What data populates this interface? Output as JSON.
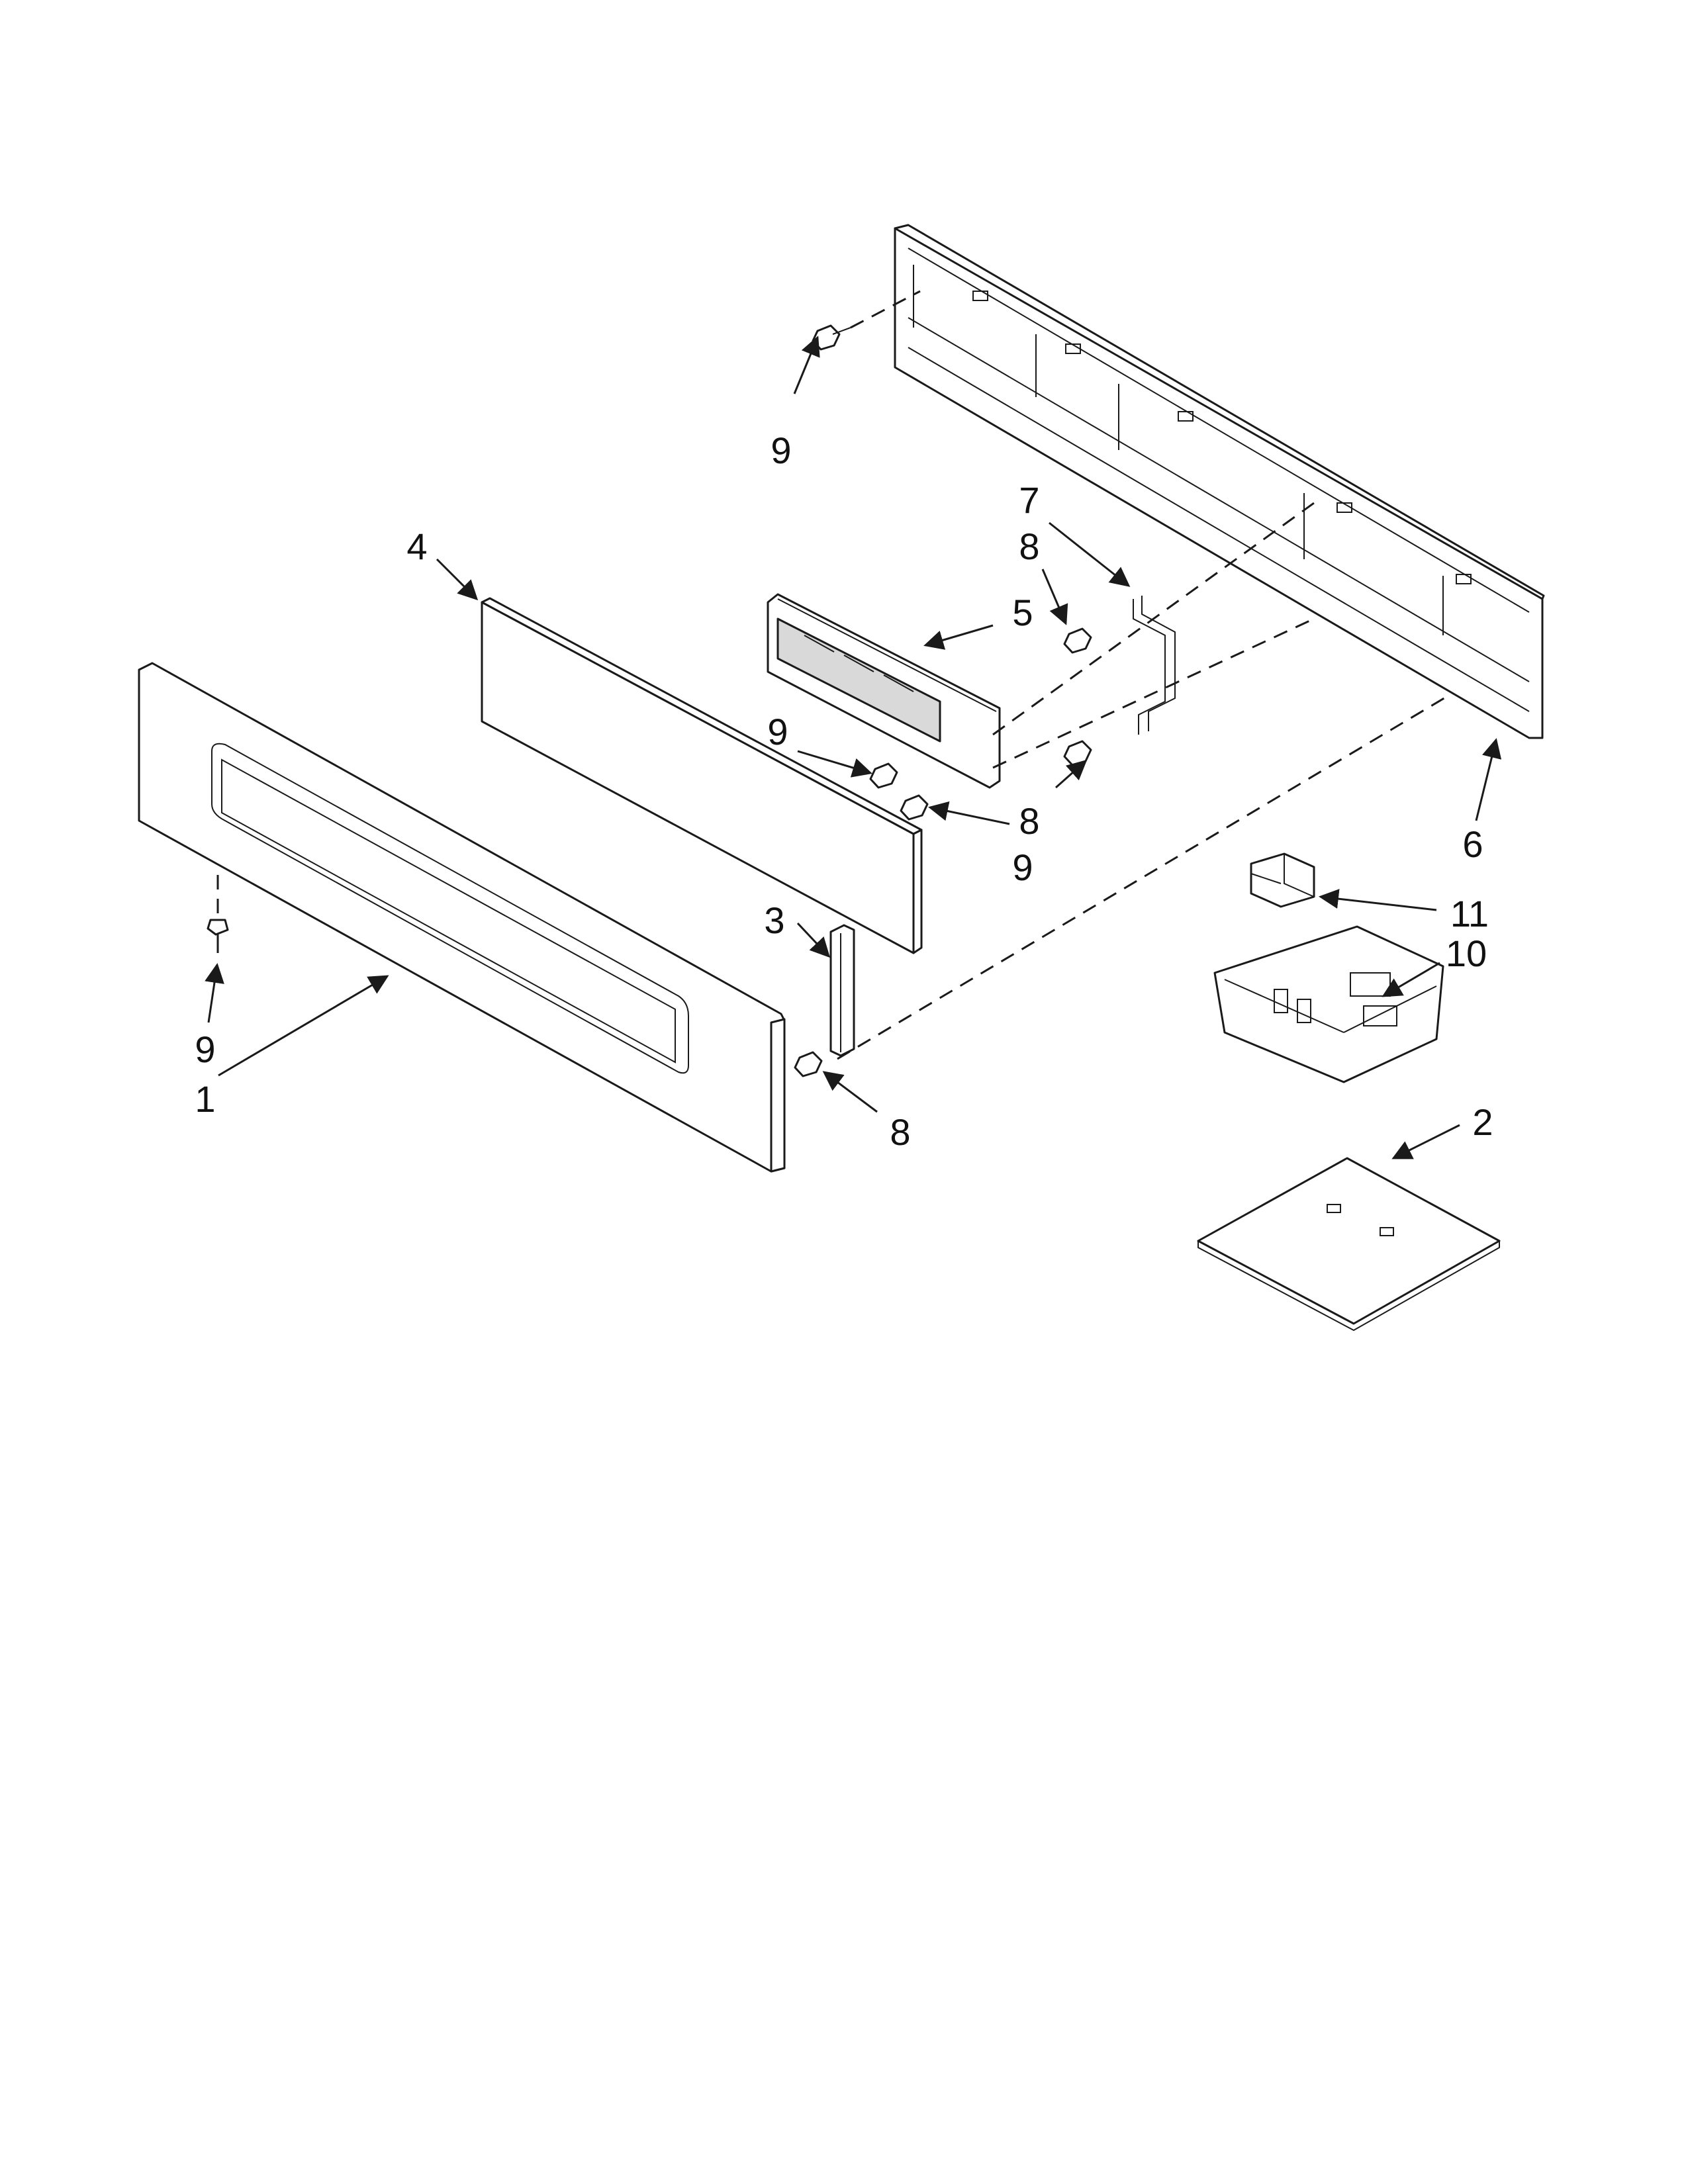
{
  "callouts": [
    {
      "label": "9"
    },
    {
      "label": "7"
    },
    {
      "label": "8"
    },
    {
      "label": "4"
    },
    {
      "label": "5"
    },
    {
      "label": "9"
    },
    {
      "label": "8"
    },
    {
      "label": "9"
    },
    {
      "label": "6"
    },
    {
      "label": "3"
    },
    {
      "label": "11"
    },
    {
      "label": "10"
    },
    {
      "label": "9"
    },
    {
      "label": "1"
    },
    {
      "label": "8"
    },
    {
      "label": "2"
    }
  ]
}
